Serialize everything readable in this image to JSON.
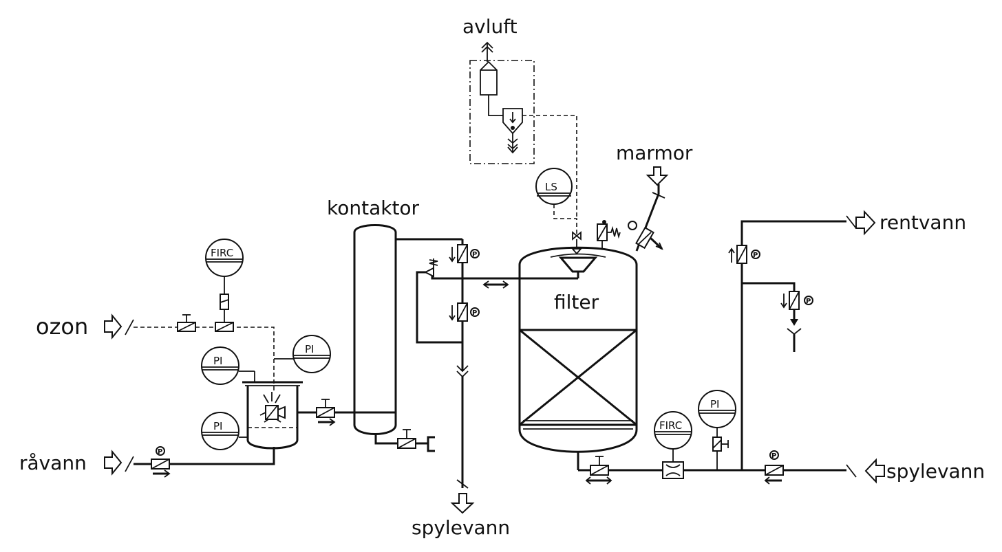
{
  "labels": {
    "avluft": "avluft",
    "marmor": "marmor",
    "kontaktor": "kontaktor",
    "filter": "filter",
    "rentvann": "rentvann",
    "ozon": "ozon",
    "ravann": "råvann",
    "spylevann_bottom": "spylevann",
    "spylevann_right": "spylevann"
  },
  "instruments": {
    "firc_ozone": "FIRC",
    "pi_ozone": "PI",
    "pi_reactor_top": "PI",
    "pi_reactor_bottom": "PI",
    "ls": "LS",
    "firc_backwash": "FIRC",
    "pi_backwash": "PI"
  },
  "valve_marks": {
    "p": "P"
  }
}
